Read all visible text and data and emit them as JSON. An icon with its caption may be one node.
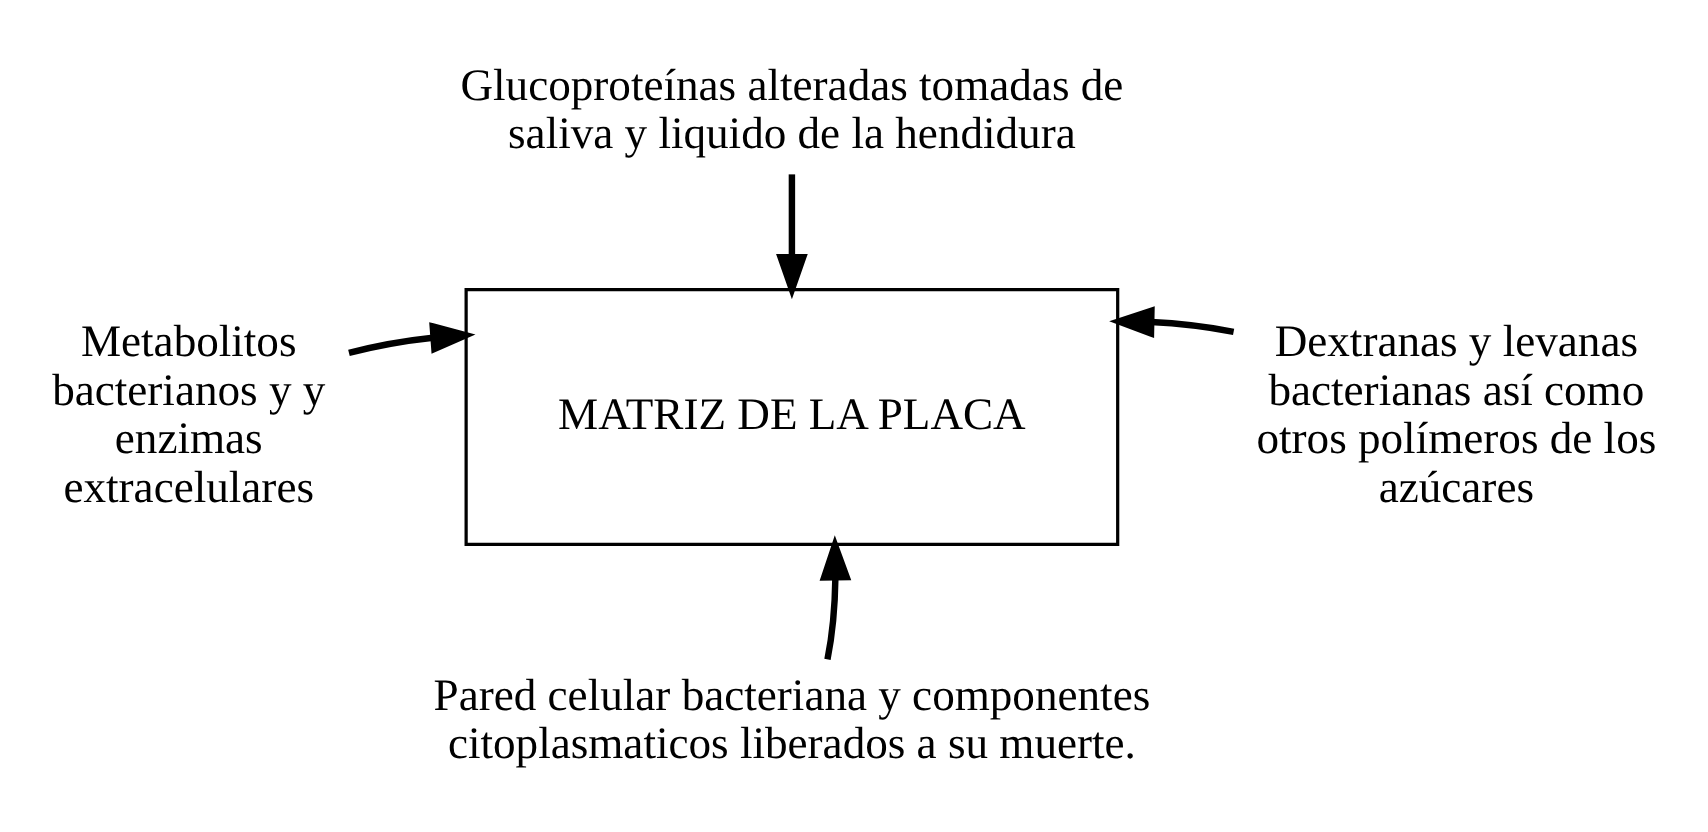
{
  "diagram": {
    "nodes": [
      {
        "text": [
          "Glucoproteínas alteradas tomadas de saliva y liquido de la hendidura"
        ]
      },
      {
        "text": [
          "Metabolitos bacterianos y y enzimas extracelulares"
        ]
      },
      {
        "text": [
          "MATRIZ DE LA PLACA"
        ]
      },
      {
        "text": [
          "Dextranas y levanas bacterianas así como otros polímeros de los azúcares"
        ]
      },
      {
        "text": [
          "Pared celular bacteriana y componentes citoplasmaticos liberados a su muerte."
        ]
      }
    ],
    "edges": [
      {
        "from": 0,
        "to": 2,
        "arrow": "to"
      },
      {
        "from": 1,
        "to": 2,
        "arrow": "to"
      },
      {
        "from": 3,
        "to": 2,
        "arrow": "to"
      },
      {
        "from": 4,
        "to": 2,
        "arrow": "to"
      }
    ]
  }
}
